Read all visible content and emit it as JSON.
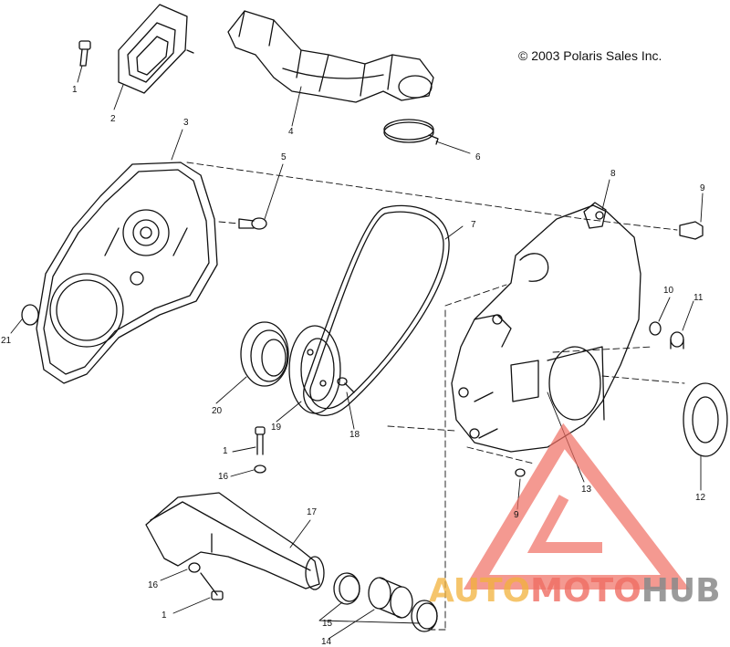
{
  "copyright": "© 2003 Polaris Sales Inc.",
  "callouts": [
    "1",
    "2",
    "3",
    "4",
    "6",
    "5",
    "8",
    "9",
    "7",
    "10",
    "11",
    "21",
    "20",
    "19",
    "18",
    "1",
    "16",
    "17",
    "13",
    "12",
    "9",
    "16",
    "1",
    "15",
    "14"
  ],
  "watermark": {
    "part1": "AUTO",
    "part2": "MOTO",
    "part3": "HUB",
    "colors": {
      "auto": "#f2b23c",
      "moto": "#f06e63",
      "hub": "#8a8a8a",
      "logo": "#f06e63"
    }
  },
  "icons": [
    "watermark-logo-icon"
  ]
}
